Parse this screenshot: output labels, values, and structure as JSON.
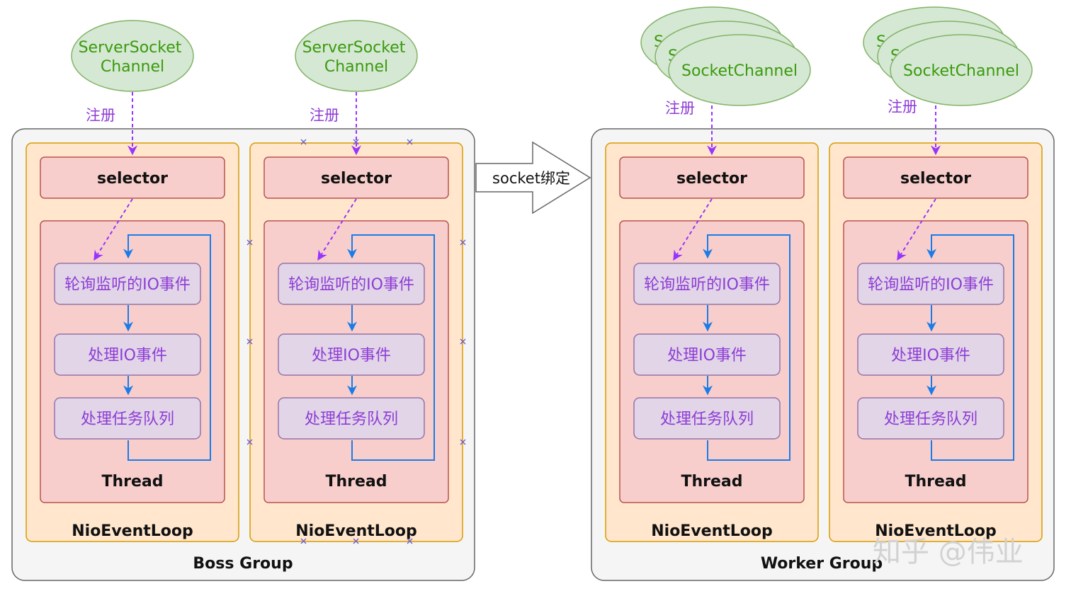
{
  "boss_group": {
    "label": "Boss Group",
    "channels": [
      "ServerSocket\nChannel",
      "ServerSocket\nChannel"
    ],
    "register_label": "注册"
  },
  "worker_group": {
    "label": "Worker Group",
    "channels": [
      "SocketChannel",
      "SocketChannel"
    ],
    "register_label": "注册"
  },
  "event_loop": {
    "label": "NioEventLoop",
    "selector_label": "selector",
    "thread_label": "Thread",
    "steps": [
      "轮询监听的IO事件",
      "处理IO事件",
      "处理任务队列"
    ]
  },
  "bind_arrow_label": "socket绑定",
  "watermark": "知乎 @伟业",
  "colors": {
    "group_fill": "#f5f5f5",
    "group_stroke": "#666666",
    "loop_fill": "#ffe6cc",
    "loop_stroke": "#d79b00",
    "red_fill": "#f8cecc",
    "red_stroke": "#b85450",
    "step_fill": "#e1d5e7",
    "step_stroke": "#9673a6",
    "channel_fill": "#d5e8d4",
    "channel_stroke": "#82b366",
    "purple": "#9933ff",
    "blue": "#1a7ce8"
  }
}
